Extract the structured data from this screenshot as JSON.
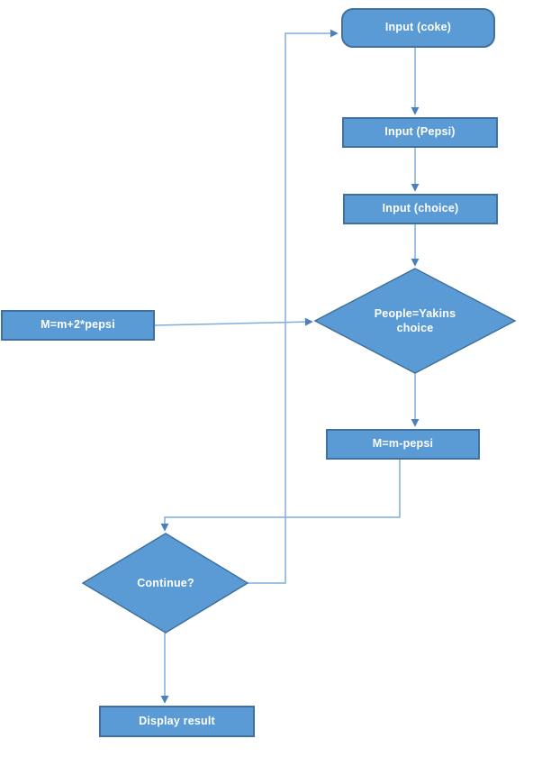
{
  "colors": {
    "shape_fill": "#5b9bd5",
    "shape_border": "#41719c",
    "connector_line": "#7fadde",
    "arrowhead": "#4a80bd",
    "label_text": "#ffffff",
    "canvas_background": "#ffffff"
  },
  "nodes": {
    "input_coke": {
      "type": "terminator",
      "label": "Input (coke)"
    },
    "input_pepsi": {
      "type": "process",
      "label": "Input (Pepsi)"
    },
    "input_choice": {
      "type": "process",
      "label": "Input (choice)"
    },
    "m_plus": {
      "type": "process",
      "label": "M=m+2*pepsi"
    },
    "people_decision": {
      "type": "decision",
      "label": "People=Yakins choice"
    },
    "m_minus": {
      "type": "process",
      "label": "M=m-pepsi"
    },
    "continue_decision": {
      "type": "decision",
      "label": "Continue?"
    },
    "display_result": {
      "type": "process",
      "label": "Display result"
    }
  }
}
